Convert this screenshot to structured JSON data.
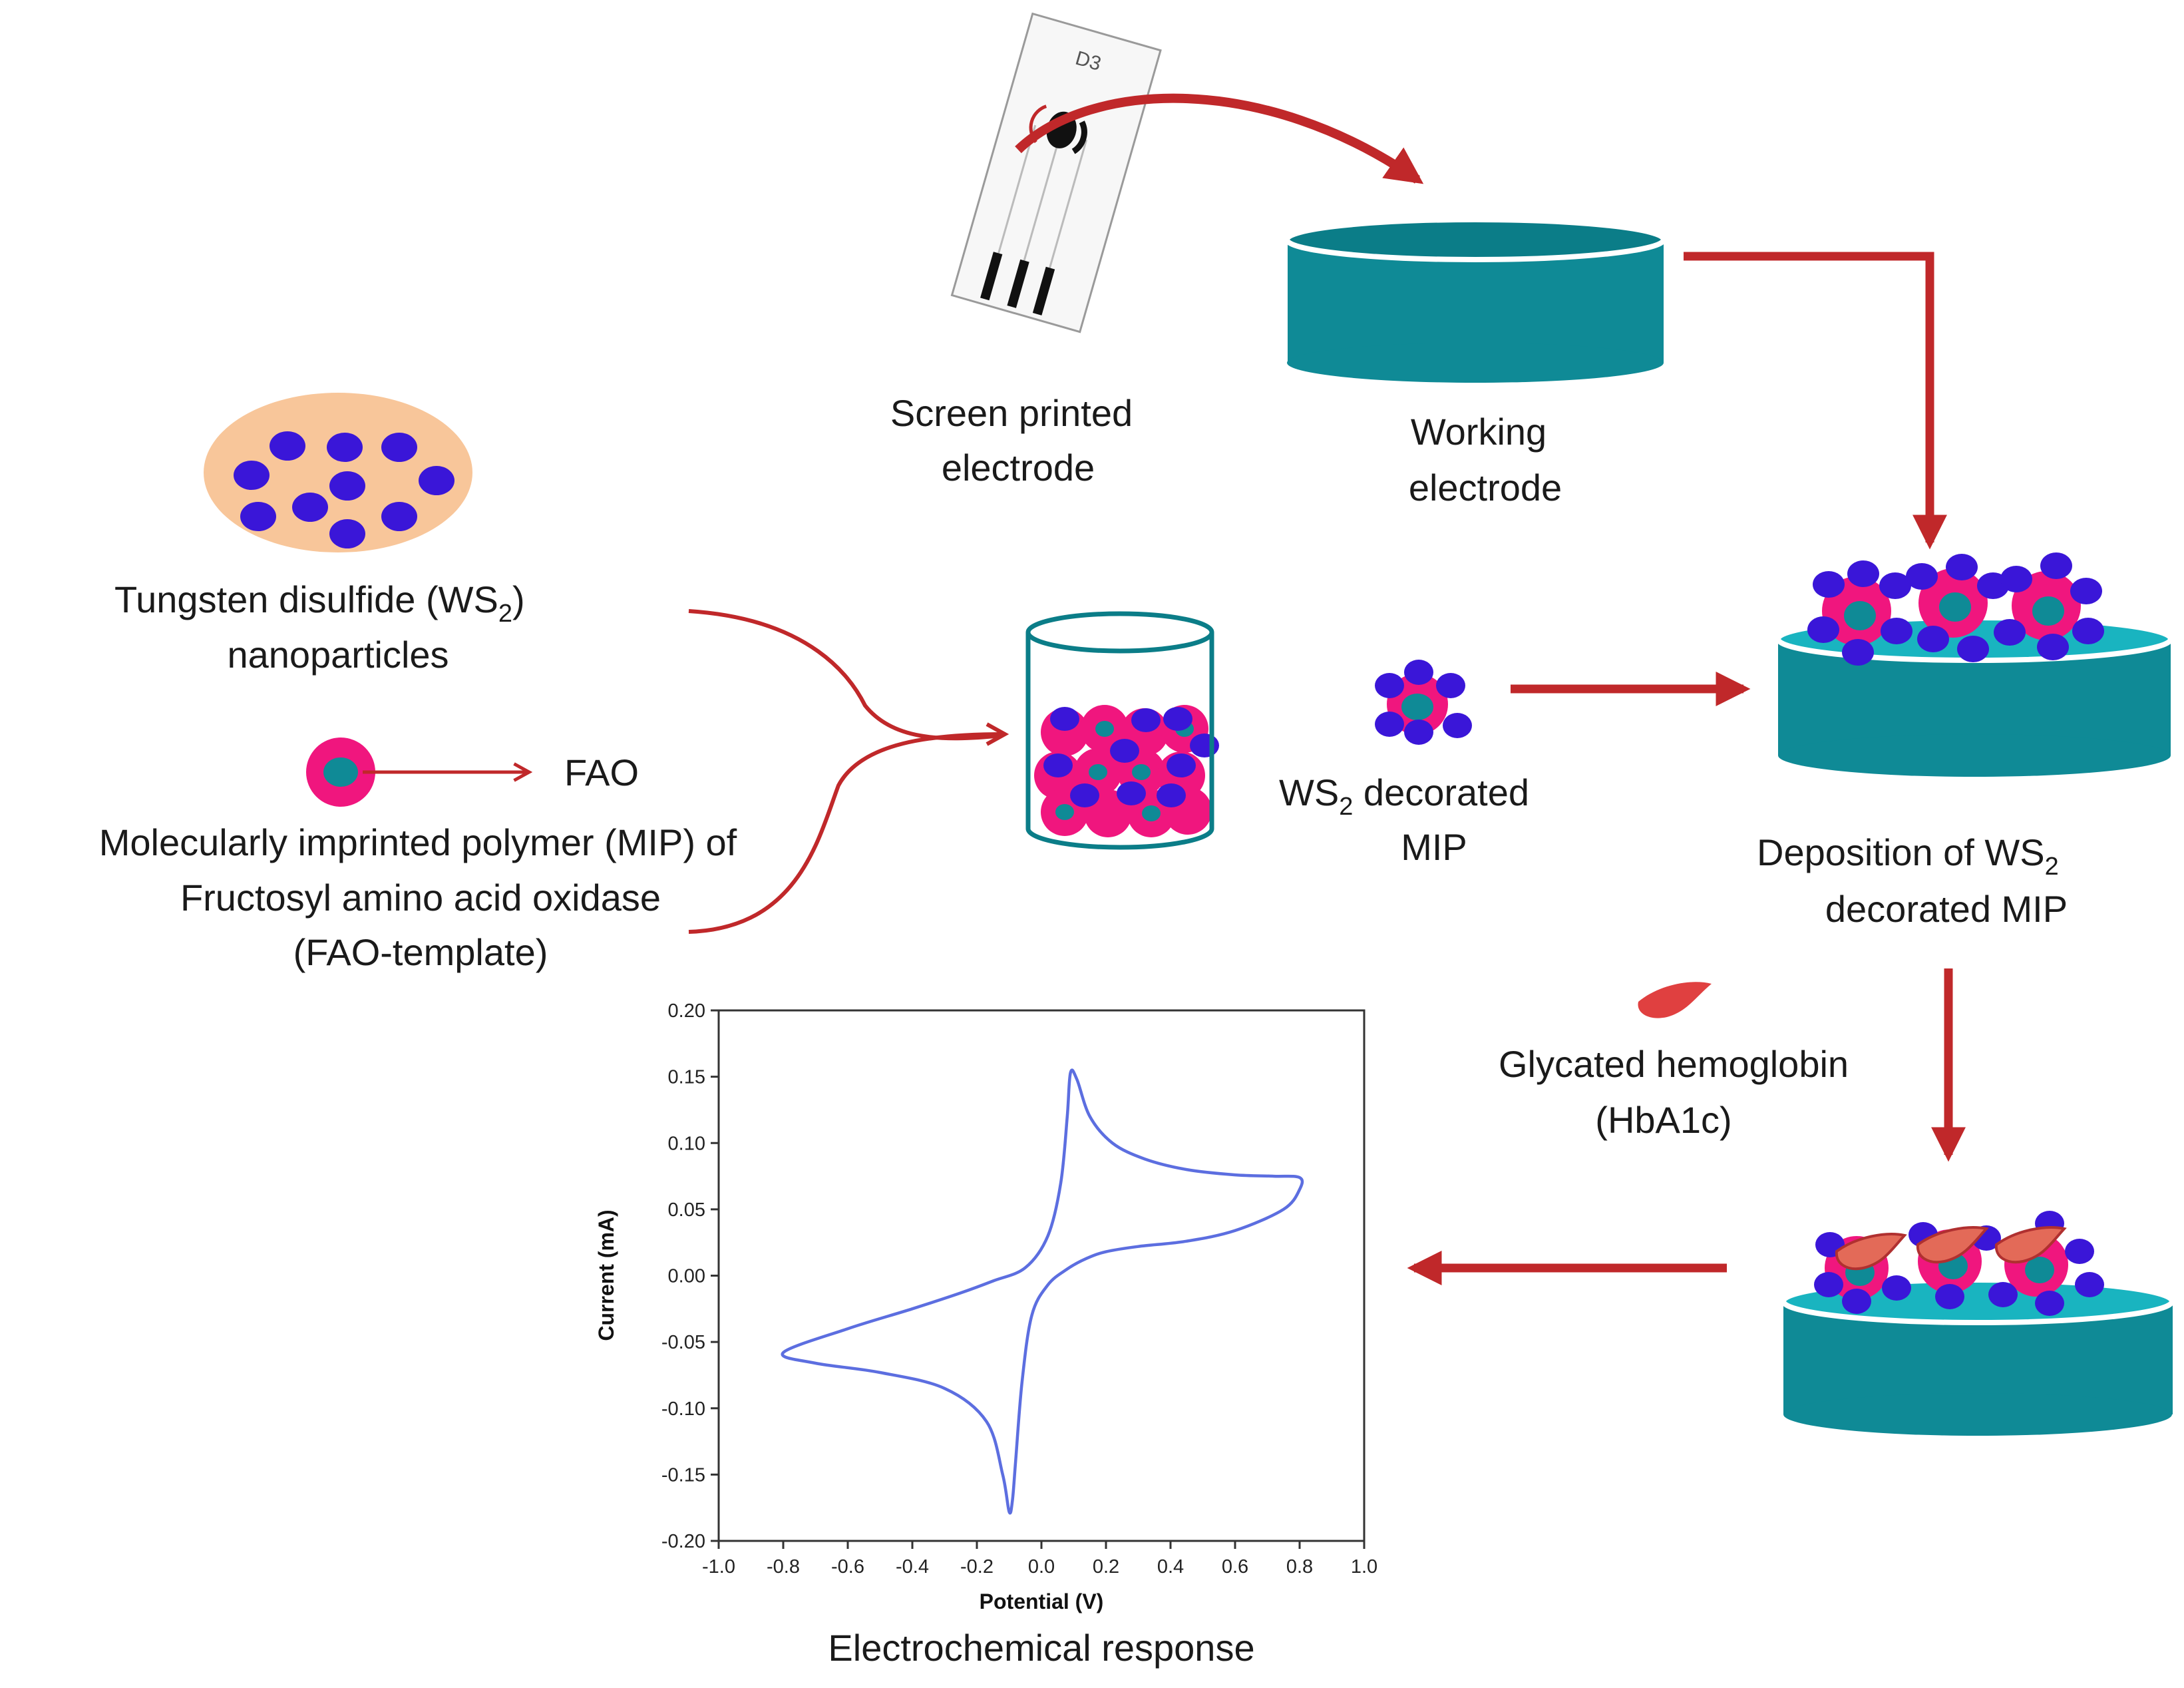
{
  "labels": {
    "screen_printed_1": "Screen printed",
    "screen_printed_2": "electrode",
    "working_1": "Working",
    "working_2": "electrode",
    "tungsten_1_pre": "Tungsten disulfide (WS",
    "tungsten_1_sub": "2",
    "tungsten_1_post": ")",
    "tungsten_2": "nanoparticles",
    "fao": "FAO",
    "mip_1": "Molecularly imprinted polymer (MIP) of",
    "mip_2": "Fructosyl amino acid oxidase",
    "mip_3": "(FAO-template)",
    "ws2dec_1_pre": "WS",
    "ws2dec_1_sub": "2",
    "ws2dec_1_post": " decorated",
    "ws2dec_2": "MIP",
    "deposition_1_pre": "Deposition of WS",
    "deposition_1_sub": "2",
    "deposition_2": "decorated MIP",
    "glycated_1": "Glycated hemoglobin",
    "glycated_2": "(HbA1c)",
    "electro": "Electrochemical response",
    "electrode_strip_mark": "D3"
  },
  "colors": {
    "teal": "#0f8a96",
    "teal_top": "#19b4c0",
    "arrow": "#c0282a",
    "purple": "#3a16d8",
    "magenta": "#f0167e",
    "orange_blob": "#f8c69a",
    "curve": "#5c6ee0"
  },
  "chart_data": {
    "type": "line",
    "title": "",
    "xlabel": "Potential (V)",
    "ylabel": "Current (mA)",
    "xlim": [
      -1.0,
      1.0
    ],
    "ylim": [
      -0.2,
      0.2
    ],
    "xticks": [
      "-1.0",
      "-0.8",
      "-0.6",
      "-0.4",
      "-0.2",
      "0.0",
      "0.2",
      "0.4",
      "0.6",
      "0.8",
      "1.0"
    ],
    "yticks": [
      "0.20",
      "0.15",
      "0.10",
      "0.05",
      "0.00",
      "-0.05",
      "-0.10",
      "-0.15",
      "-0.20"
    ],
    "series": [
      {
        "x": [
          -0.8,
          -0.6,
          -0.4,
          -0.25,
          -0.15,
          -0.05,
          0.02,
          0.06,
          0.08,
          0.09,
          0.11,
          0.15,
          0.22,
          0.32,
          0.45,
          0.6,
          0.72,
          0.8,
          0.8,
          0.75,
          0.6,
          0.45,
          0.3,
          0.2,
          0.14,
          0.08,
          0.02,
          -0.03,
          -0.06,
          -0.08,
          -0.09,
          -0.1,
          -0.12,
          -0.17,
          -0.3,
          -0.5,
          -0.7,
          -0.8
        ],
        "y": [
          -0.058,
          -0.04,
          -0.025,
          -0.013,
          -0.004,
          0.006,
          0.03,
          0.07,
          0.12,
          0.153,
          0.148,
          0.12,
          0.1,
          0.088,
          0.08,
          0.076,
          0.075,
          0.074,
          0.065,
          0.05,
          0.034,
          0.026,
          0.022,
          0.018,
          0.013,
          0.005,
          -0.007,
          -0.03,
          -0.08,
          -0.14,
          -0.17,
          -0.178,
          -0.15,
          -0.11,
          -0.085,
          -0.073,
          -0.066,
          -0.058
        ]
      }
    ]
  }
}
